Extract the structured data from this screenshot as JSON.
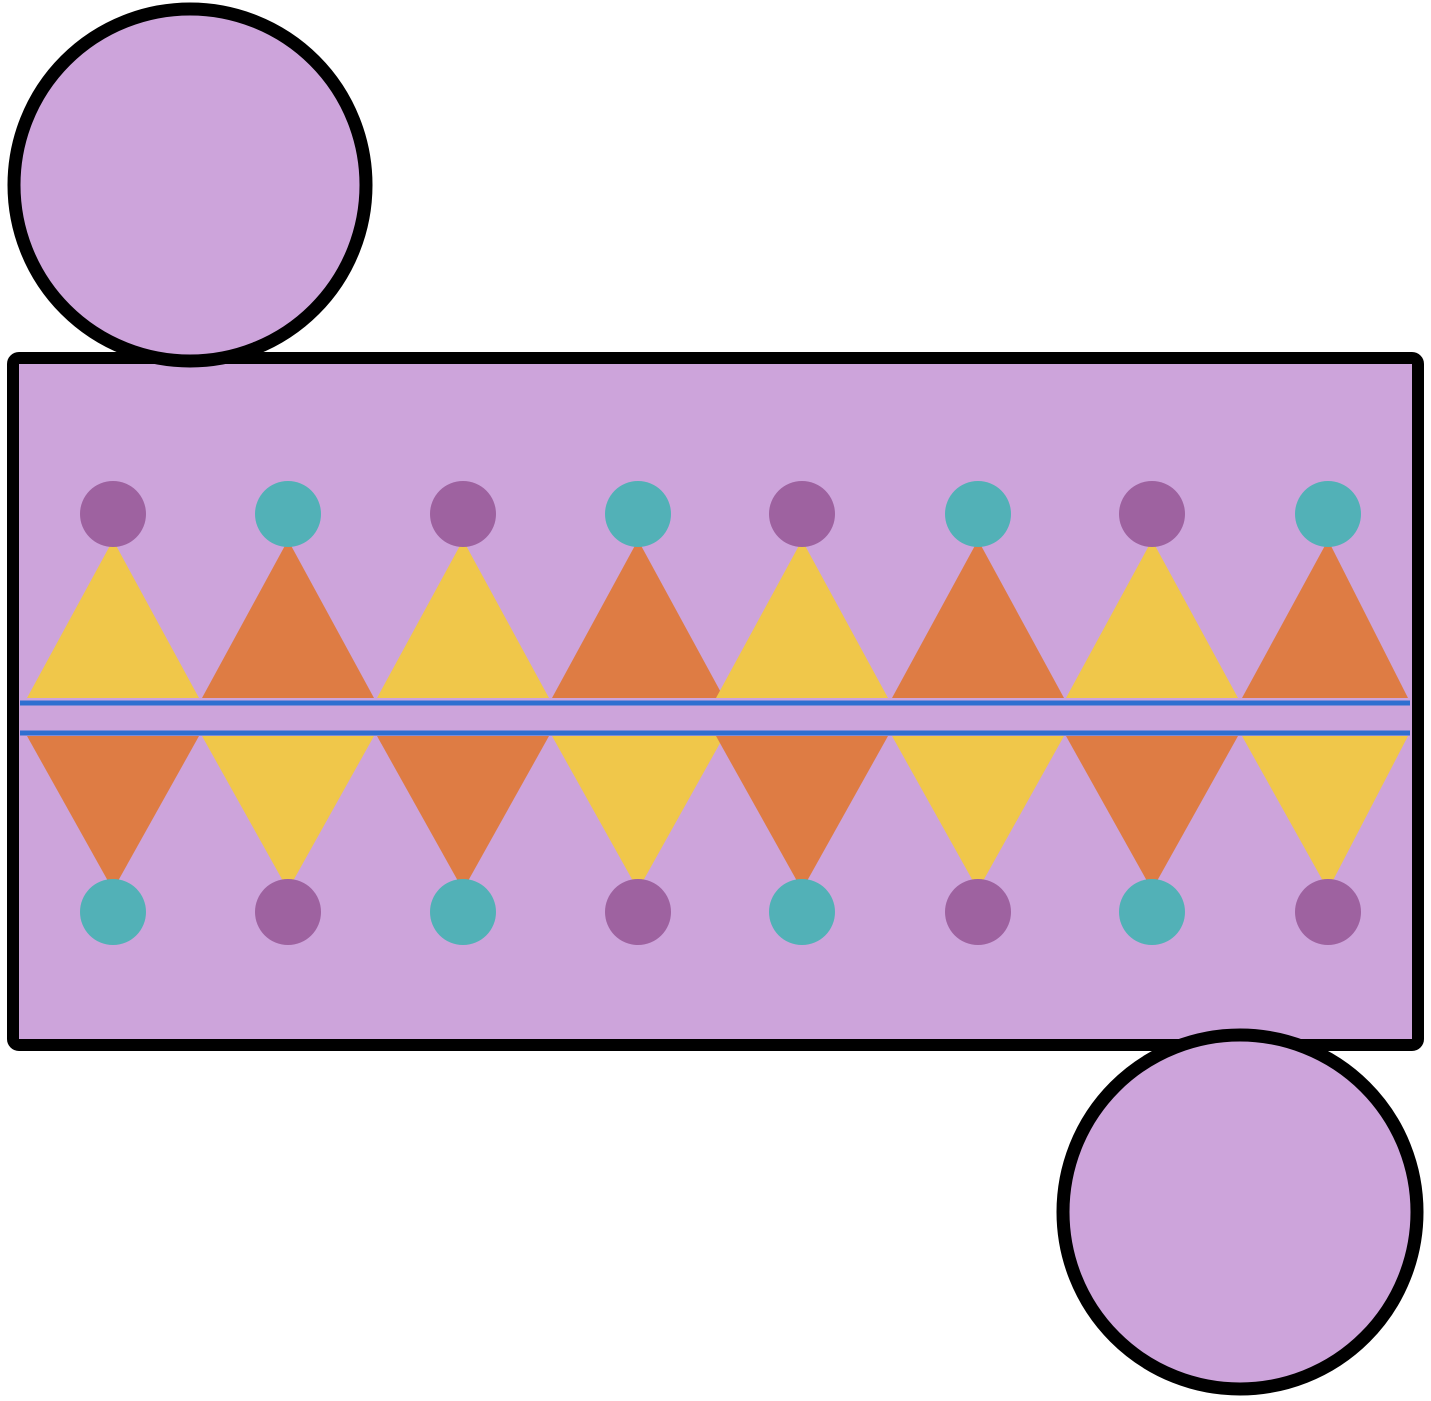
{
  "colors": {
    "fill": "#cda4db",
    "outline": "#000000",
    "yellow": "#f0c74a",
    "orange": "#de7c44",
    "plum": "#9e62a0",
    "teal": "#52b1b7",
    "band_line": "#2f6fd0"
  },
  "pattern": {
    "top_row_triangle_colors": [
      "yellow",
      "orange",
      "yellow",
      "orange",
      "yellow",
      "orange",
      "yellow",
      "orange"
    ],
    "bottom_row_triangle_colors": [
      "orange",
      "yellow",
      "orange",
      "yellow",
      "orange",
      "yellow",
      "orange",
      "yellow"
    ],
    "top_row_dot_colors": [
      "plum",
      "teal",
      "plum",
      "teal",
      "plum",
      "teal",
      "plum",
      "teal"
    ],
    "bottom_row_dot_colors": [
      "teal",
      "plum",
      "teal",
      "plum",
      "teal",
      "plum",
      "teal",
      "plum"
    ]
  }
}
